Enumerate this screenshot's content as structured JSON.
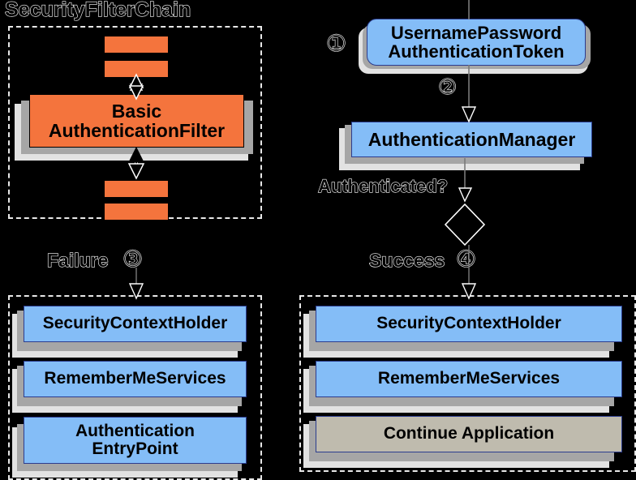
{
  "diagram": {
    "title": "SecurityFilterChain",
    "background_color": "#000000",
    "colors": {
      "blue_node": "#84bdf7",
      "blue_border": "#2b3c8e",
      "orange_node": "#f4743d",
      "tan_node": "#bfbbae",
      "shadow_dark": "#a6a6a6",
      "shadow_light": "#e2e2e2",
      "dashed_panel": "#e8e8e8",
      "connector": "#7a7a7a"
    }
  },
  "filter_chain_panel": {
    "title": "SecurityFilterChain",
    "filters_above": [
      "",
      ""
    ],
    "main_filter": "Basic\nAuthenticationFilter",
    "main_filter_line1": "Basic",
    "main_filter_line2": "AuthenticationFilter",
    "filters_below": [
      "",
      ""
    ]
  },
  "auth_flow": {
    "token_line1": "UsernamePassword",
    "token_line2": "AuthenticationToken",
    "manager": "AuthenticationManager",
    "decision_label": "Authenticated?",
    "step1": "①",
    "step2": "②",
    "step3": "③",
    "step4": "④"
  },
  "failure_branch": {
    "label": "Failure",
    "step": "③",
    "items": [
      {
        "label": "SecurityContextHolder",
        "style": "blue",
        "lines": 1
      },
      {
        "label": "RememberMeServices",
        "style": "blue",
        "lines": 1
      },
      {
        "label_line1": "Authentication",
        "label_line2": "EntryPoint",
        "style": "blue",
        "lines": 2
      }
    ]
  },
  "success_branch": {
    "label": "Success",
    "step": "④",
    "items": [
      {
        "label": "SecurityContextHolder",
        "style": "blue",
        "lines": 1
      },
      {
        "label": "RememberMeServices",
        "style": "blue",
        "lines": 1
      },
      {
        "label": "Continue Application",
        "style": "tan",
        "lines": 1
      }
    ]
  }
}
